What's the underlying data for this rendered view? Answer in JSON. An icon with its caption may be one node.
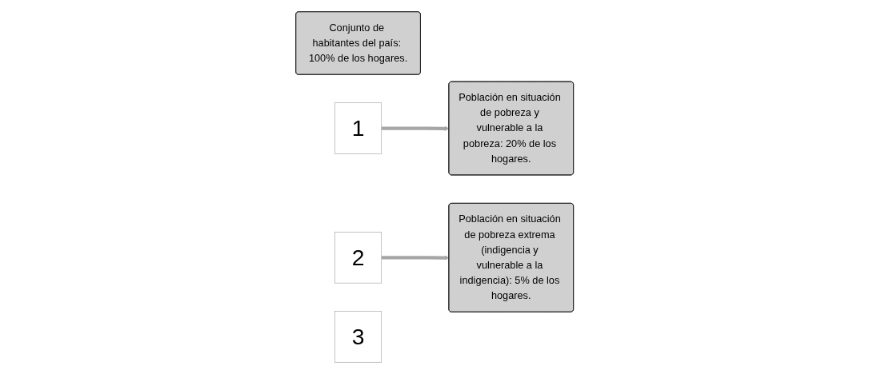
{
  "diagram": {
    "nodes": [
      {
        "text": [
          "Conjunto de habitantes del país: 100% de los hogares."
        ]
      },
      {
        "text": [
          "1"
        ]
      },
      {
        "text": [
          "Población en situación de pobreza y vulnerable a la pobreza: 20% de los hogares."
        ]
      },
      {
        "text": [
          "2"
        ]
      },
      {
        "text": [
          "Población en situación de pobreza extrema (indigencia y vulnerable a la indigencia): 5% de los hogares."
        ]
      },
      {
        "text": [
          "3"
        ]
      }
    ],
    "edges": [
      {
        "from": 1,
        "to": 2,
        "arrow": "to"
      },
      {
        "from": 3,
        "to": 4,
        "arrow": "to"
      }
    ]
  }
}
